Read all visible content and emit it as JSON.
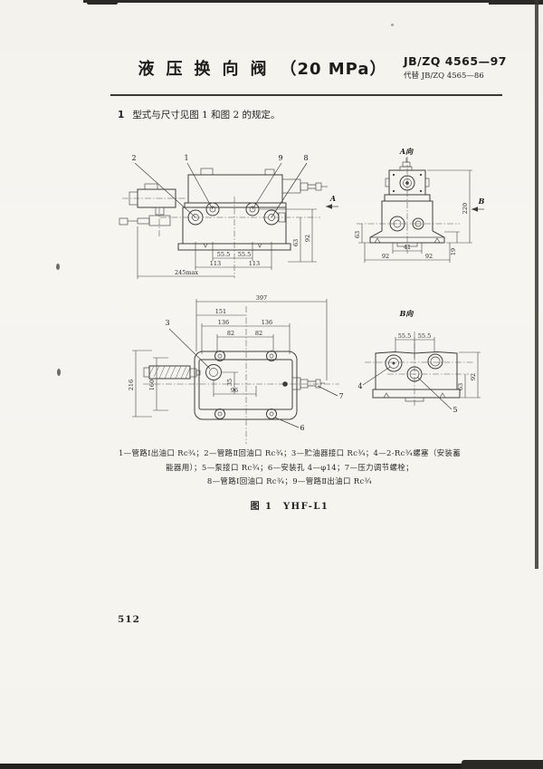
{
  "header": {
    "title_cn": "液压换向阀",
    "title_pressure": "（20 MPa）",
    "standard_no": "JB/ZQ 4565—97",
    "supersedes": "代替 JB/ZQ 4565—86"
  },
  "clause": {
    "number": "1",
    "text": "型式与尺寸见图 1 和图 2 的规定。"
  },
  "front_view": {
    "callouts": {
      "c2": "2",
      "c1": "1",
      "c9": "9",
      "c8": "8"
    },
    "dims": {
      "w55a": "55.5",
      "w55b": "55.5",
      "w113a": "113",
      "w113b": "113",
      "w245": "245max",
      "h63": "63",
      "h92": "92"
    },
    "direction_label": "A"
  },
  "a_view": {
    "label": "A向",
    "dims": {
      "h220": "220",
      "h19": "19",
      "w41": "41",
      "w92a": "92",
      "w92b": "92",
      "h63": "63"
    },
    "direction_label": "B"
  },
  "top_view": {
    "callouts": {
      "c3": "3",
      "c7": "7",
      "c6": "6"
    },
    "dims": {
      "w397": "397",
      "w151": "151",
      "w136a": "136",
      "w136b": "136",
      "w82a": "82",
      "w82b": "82",
      "h216": "216",
      "h160": "160",
      "h35": "35",
      "w96": "96"
    }
  },
  "b_view": {
    "label": "B向",
    "callouts": {
      "c4": "4",
      "c5": "5"
    },
    "dims": {
      "w55a": "55.5",
      "w55b": "55.5",
      "h92": "92",
      "h63": "63"
    }
  },
  "figure1": {
    "legend_line1": "1—管路Ⅰ出油口 Rc¾；2—管路Ⅱ回油口 Rc¾；3—贮油器接口 Rc¾；4—2-Rc¾螺塞（安装蓄",
    "legend_line2": "能器用）；5—泵接口 Rc¾；6—安装孔 4—φ14；7—压力调节螺栓；",
    "legend_line3": "8—管路Ⅰ回油口 Rc¾；9—管路Ⅱ出油口 Rc¾",
    "caption": "图 1　YHF-L1"
  },
  "footer": {
    "page_number": "512"
  }
}
